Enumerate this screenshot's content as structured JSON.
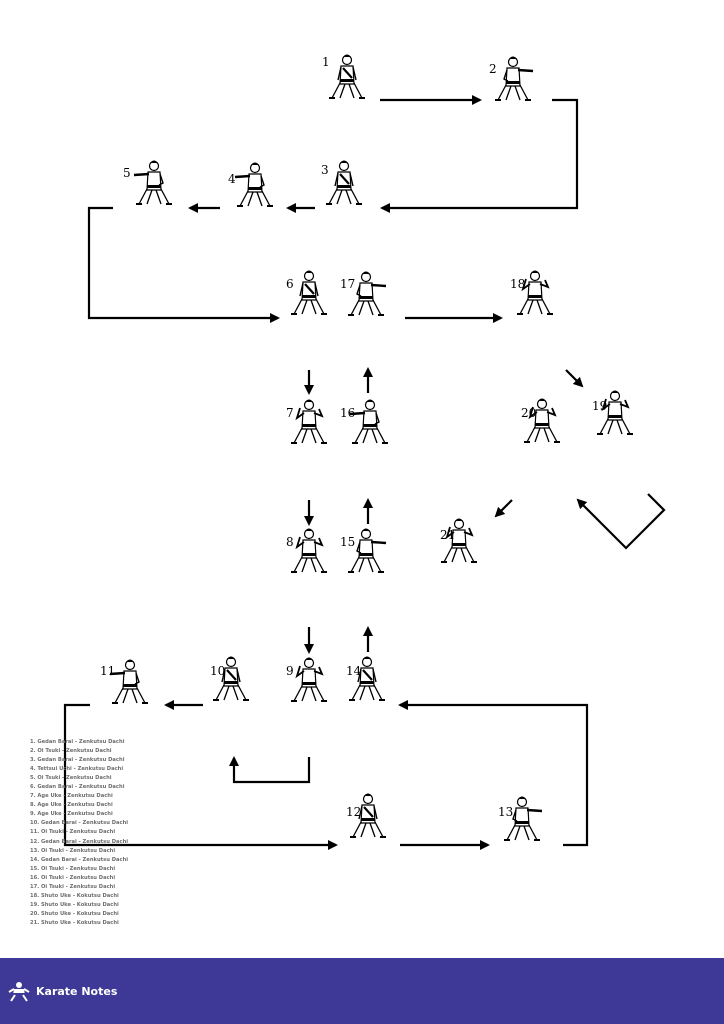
{
  "diagram": {
    "nodes": [
      {
        "id": "1",
        "label": "1",
        "pose": "stand"
      },
      {
        "id": "2",
        "label": "2",
        "pose": "punch-right"
      },
      {
        "id": "3",
        "label": "3",
        "pose": "stand"
      },
      {
        "id": "4",
        "label": "4",
        "pose": "punch-left"
      },
      {
        "id": "5",
        "label": "5",
        "pose": "punch-left"
      },
      {
        "id": "6",
        "label": "6",
        "pose": "stand"
      },
      {
        "id": "17",
        "label": "17",
        "pose": "punch-right"
      },
      {
        "id": "18",
        "label": "18",
        "pose": "block"
      },
      {
        "id": "7",
        "label": "7",
        "pose": "block"
      },
      {
        "id": "16",
        "label": "16",
        "pose": "punch-left"
      },
      {
        "id": "20",
        "label": "20",
        "pose": "block"
      },
      {
        "id": "19",
        "label": "19",
        "pose": "block"
      },
      {
        "id": "8",
        "label": "8",
        "pose": "block"
      },
      {
        "id": "15",
        "label": "15",
        "pose": "punch-right"
      },
      {
        "id": "21",
        "label": "21",
        "pose": "block"
      },
      {
        "id": "11",
        "label": "11",
        "pose": "punch-left"
      },
      {
        "id": "10",
        "label": "10",
        "pose": "stand"
      },
      {
        "id": "9",
        "label": "9",
        "pose": "block"
      },
      {
        "id": "14",
        "label": "14",
        "pose": "stand"
      },
      {
        "id": "12",
        "label": "12",
        "pose": "stand"
      },
      {
        "id": "13",
        "label": "13",
        "pose": "punch-right"
      }
    ],
    "edges": [
      {
        "from": "1",
        "to": "2"
      },
      {
        "from": "2",
        "to": "3"
      },
      {
        "from": "3",
        "to": "4"
      },
      {
        "from": "4",
        "to": "5"
      },
      {
        "from": "5",
        "to": "6"
      },
      {
        "from": "6",
        "to": "7"
      },
      {
        "from": "7",
        "to": "8"
      },
      {
        "from": "8",
        "to": "9"
      },
      {
        "from": "9",
        "to": "10"
      },
      {
        "from": "10",
        "to": "11"
      },
      {
        "from": "11",
        "to": "12"
      },
      {
        "from": "12",
        "to": "13"
      },
      {
        "from": "13",
        "to": "14"
      },
      {
        "from": "14",
        "to": "15"
      },
      {
        "from": "15",
        "to": "16"
      },
      {
        "from": "16",
        "to": "17"
      },
      {
        "from": "17",
        "to": "18"
      },
      {
        "from": "18",
        "to": "19"
      },
      {
        "from": "19",
        "to": "20"
      },
      {
        "from": "20",
        "to": "21"
      }
    ]
  },
  "legend": [
    "1. Gedan Barai - Zenkutsu Dachi",
    "2. Oi Tsuki - Zenkutsu Dachi",
    "3. Gedan Barai - Zenkutsu Dachi",
    "4. Tettsui Uchi - Zenkutsu Dachi",
    "5. Oi Tsuki - Zenkutsu Dachi",
    "6. Gedan Barai - Zenkutsu Dachi",
    "7. Age Uke - Zenkutsu Dachi",
    "8. Age Uke - Zenkutsu Dachi",
    "9. Age Uke - Zenkutsu Dachi",
    "10. Gedan Barai - Zenkutsu Dachi",
    "11. Oi Tsuki - Zenkutsu Dachi",
    "12. Gedan Barai - Zenkutsu Dachi",
    "13. Oi Tsuki - Zenkutsu Dachi",
    "14. Gedan Barai - Zenkutsu Dachi",
    "15. Oi Tsuki - Zenkutsu Dachi",
    "16. Oi Tsuki - Zenkutsu Dachi",
    "17. Oi Tsuki - Zenkutsu Dachi",
    "18. Shuto Uke - Kokutsu Dachi",
    "19. Shuto Uke - Kokutsu Dachi",
    "20. Shuto Uke - Kokutsu Dachi",
    "21. Shuto Uke - Kokutsu Dachi"
  ],
  "footer": {
    "brand": "Karate Notes",
    "background": "#3e3896",
    "logo_icon": "karateka-logo-icon"
  }
}
